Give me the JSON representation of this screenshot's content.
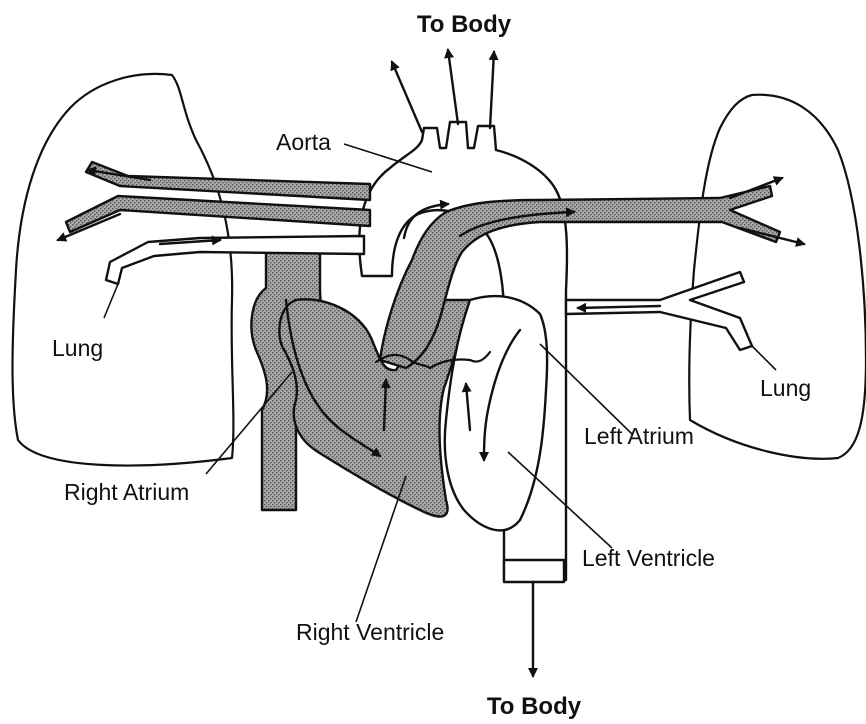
{
  "labels": {
    "to_body_top": "To Body",
    "to_body_bottom": "To Body",
    "aorta": "Aorta",
    "lung_left": "Lung",
    "lung_right": "Lung",
    "left_atrium": "Left Atrium",
    "right_atrium": "Right Atrium",
    "left_ventricle": "Left Ventricle",
    "right_ventricle": "Right Ventricle"
  },
  "colors": {
    "oxygen_poor_fill": "#9a9a9a",
    "oxygen_rich_fill": "#ffffff",
    "line": "#111111"
  }
}
